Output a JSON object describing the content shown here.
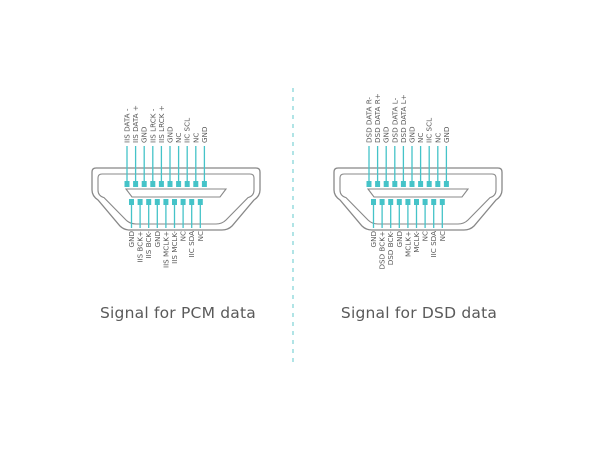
{
  "colors": {
    "accent": "#45c3c8",
    "outline": "#888888",
    "text": "#555555",
    "divider": "#7dd3d6"
  },
  "connectors": [
    {
      "id": "pcm",
      "caption": "Signal for PCM data",
      "top_pins": [
        "IIS DATA -",
        "IIS DATA +",
        "GND",
        "IIS LRCK -",
        "IIS LRCK +",
        "GND",
        "NC",
        "IIC SCL",
        "NC",
        "GND"
      ],
      "bottom_pins": [
        "GND",
        "IIS BCK+",
        "IIS BCK-",
        "GND",
        "IIS MCLK+",
        "IIS MCLK-",
        "NC",
        "IIC SDA",
        "NC"
      ]
    },
    {
      "id": "dsd",
      "caption": "Signal for DSD data",
      "top_pins": [
        "DSD DATA R-",
        "DSD DATA R+",
        "GND",
        "DSD DATA L-",
        "DSD DATA L+",
        "GND",
        "NC",
        "IIC SCL",
        "NC",
        "GND"
      ],
      "bottom_pins": [
        "GND",
        "DSD BCK+",
        "DSD BCK-",
        "GND",
        "MCLK+",
        "MCLK-",
        "NC",
        "IIC SDA",
        "NC"
      ]
    }
  ]
}
